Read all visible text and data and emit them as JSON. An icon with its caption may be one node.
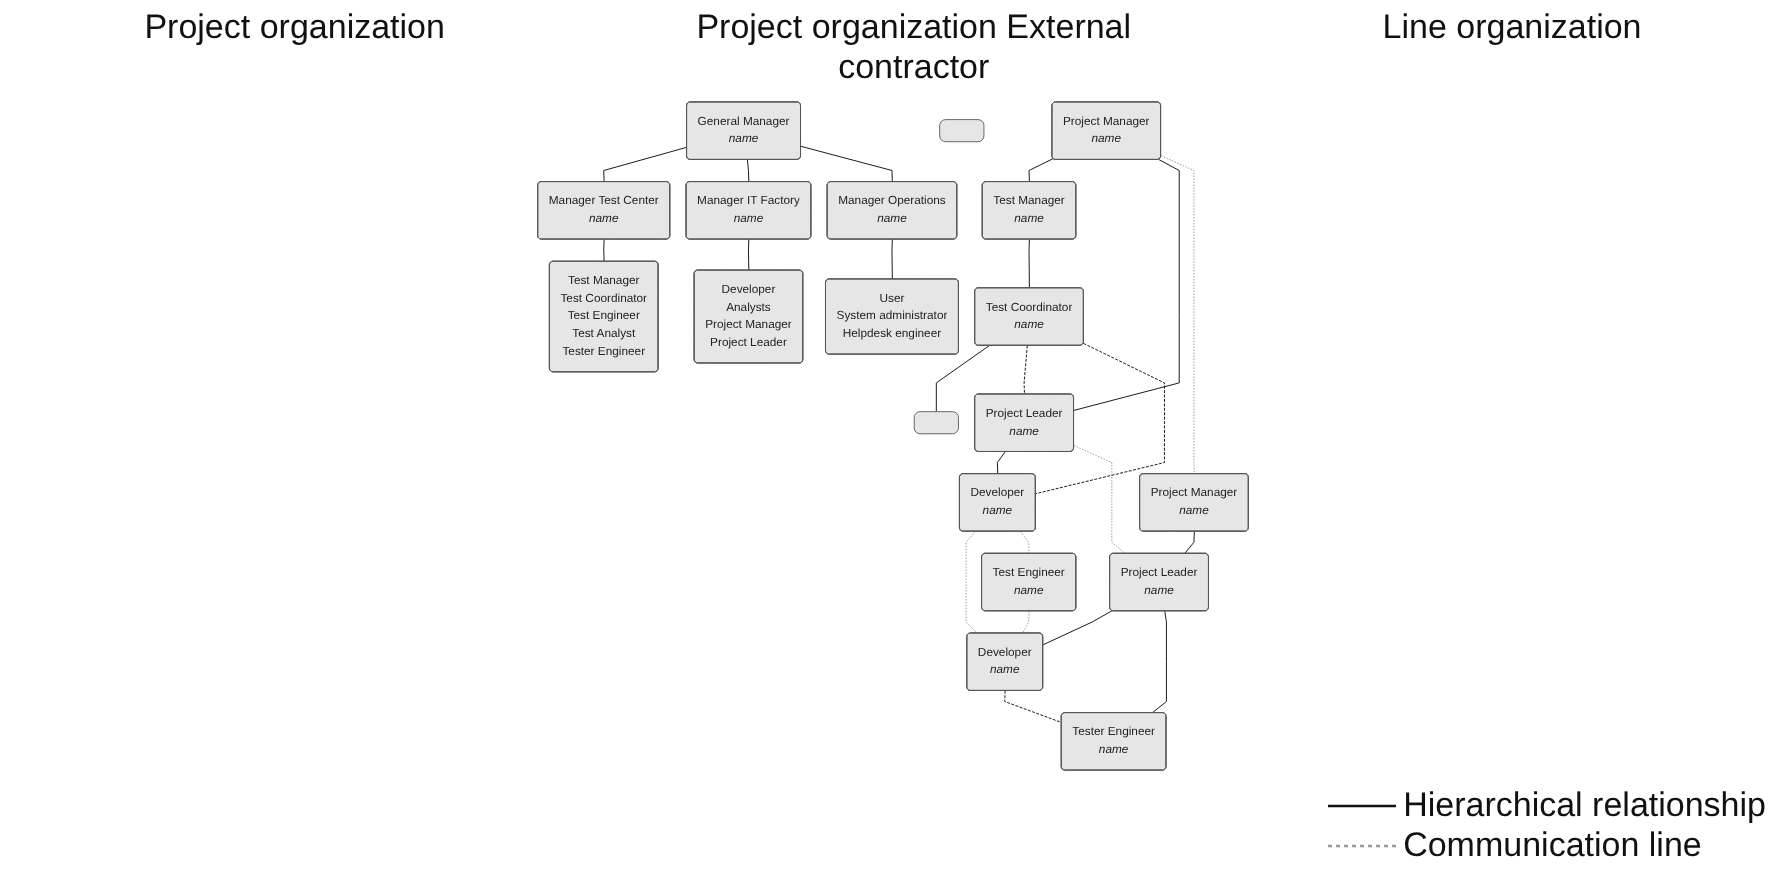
{
  "diagram": {
    "nodes": [
      {
        "text": [
          "Project Manager",
          "name"
        ]
      },
      {
        "text": [
          "Test Manager",
          "name"
        ]
      },
      {
        "text": [
          "Project Leader",
          "name"
        ]
      },
      {
        "text": [
          "Test Coordinator",
          "name"
        ]
      },
      {
        "text": [
          "Developer",
          "name"
        ]
      },
      {
        "text": [],
        "shape": "box"
      },
      {
        "text": [],
        "shape": "box"
      },
      {
        "text": [
          "Test Engineer",
          "name"
        ]
      },
      {
        "text": [
          "Project Manager",
          "name"
        ]
      },
      {
        "text": [
          "Project Leader",
          "name"
        ]
      },
      {
        "text": [
          "Developer",
          "name"
        ]
      },
      {
        "text": [
          "Tester Engineer",
          "name"
        ]
      },
      {
        "text": [
          "General Manager",
          "name"
        ]
      },
      {
        "text": [
          "Manager Test Center",
          "name"
        ]
      },
      {
        "text": [
          "Manager IT Factory",
          "name"
        ]
      },
      {
        "text": [
          "Manager Operations",
          "name"
        ]
      },
      {
        "text": [
          "Test Manager",
          "Test Coordinator",
          "Test Engineer",
          "Test Analyst",
          "Tester Engineer"
        ]
      },
      {
        "text": [
          "Developer",
          "Analysts",
          "Project Manager",
          "Project Leader"
        ]
      },
      {
        "text": [
          "User",
          "System administrator",
          "Helpdesk engineer"
        ]
      }
    ],
    "edges": [
      {
        "from": 0,
        "to": 1,
        "arrow": "none"
      },
      {
        "from": 0,
        "to": 2,
        "arrow": "none"
      },
      {
        "from": 1,
        "to": 3,
        "arrow": "none"
      },
      {
        "from": 2,
        "to": 4,
        "arrow": "none"
      },
      {
        "from": 3,
        "to": 5,
        "arrow": "none"
      },
      {
        "from": 8,
        "to": 9,
        "arrow": "none"
      },
      {
        "from": 9,
        "to": 10,
        "arrow": "none"
      },
      {
        "from": 9,
        "to": 11,
        "arrow": "none"
      },
      {
        "from": 12,
        "to": 13,
        "arrow": "none"
      },
      {
        "from": 12,
        "to": 14,
        "arrow": "none"
      },
      {
        "from": 12,
        "to": 15,
        "arrow": "none"
      },
      {
        "from": 13,
        "to": 16,
        "arrow": "none"
      },
      {
        "from": 14,
        "to": 17,
        "arrow": "none"
      },
      {
        "from": 15,
        "to": 18,
        "arrow": "none"
      },
      {
        "from": 0,
        "to": 8,
        "arrow": "none",
        "style": "dashed",
        "color": "#999999"
      },
      {
        "from": 2,
        "to": 9,
        "arrow": "none",
        "style": "dashed",
        "color": "#999999"
      },
      {
        "from": 4,
        "to": 10,
        "arrow": "none",
        "style": "dashed",
        "color": "#999999"
      },
      {
        "from": 4,
        "to": 7,
        "arrow": "none",
        "style": "dashed",
        "color": "#999999"
      },
      {
        "from": 7,
        "to": 10,
        "arrow": "none",
        "style": "dashed",
        "color": "#999999"
      },
      {
        "from": 3,
        "to": 2,
        "arrow": "none",
        "style": "dashed"
      },
      {
        "from": 3,
        "to": 4,
        "arrow": "none",
        "style": "dashed"
      },
      {
        "from": 10,
        "to": 11,
        "arrow": "none",
        "style": "dashed"
      }
    ],
    "labels": [
      "Project organization",
      "Project organization External contractor",
      "Line organization"
    ],
    "legend": [
      {
        "text": "Hierarchical relationship"
      },
      {
        "text": "Communication line"
      }
    ]
  }
}
